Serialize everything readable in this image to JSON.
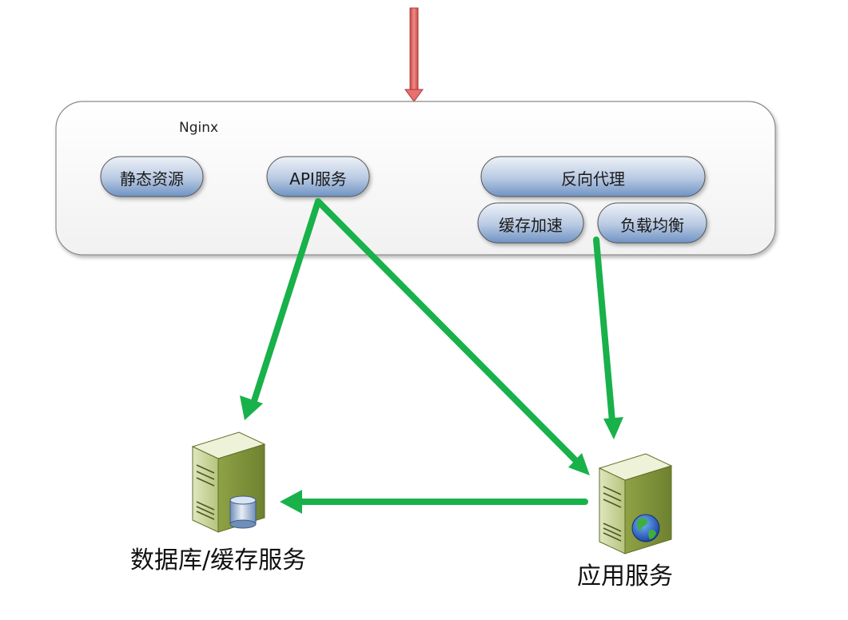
{
  "nginx": {
    "title": "Nginx",
    "modules": {
      "static": "静态资源",
      "api": "API服务",
      "reverse_proxy": "反向代理",
      "cache": "缓存加速",
      "load_balance": "负载均衡"
    }
  },
  "servers": {
    "database": "数据库/缓存服务",
    "application": "应用服务"
  },
  "colors": {
    "arrow": "#18b14a",
    "incoming_arrow": "#e8716f",
    "pill_top": "#e9eef6",
    "pill_bottom": "#7f9ec8",
    "server_body": "#8fa64a"
  }
}
